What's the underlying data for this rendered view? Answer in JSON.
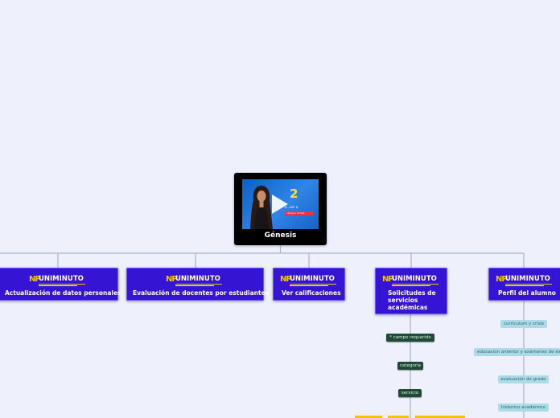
{
  "root": {
    "label": "Génesis",
    "video": {
      "number": "2",
      "subtitle": "a...ser a",
      "bar_text": "campus virtual"
    }
  },
  "logo": {
    "mark": "NP",
    "word": "UNIMINUTO"
  },
  "branches": [
    {
      "label": "Actualización de datos personales"
    },
    {
      "label": "Evaluación de docentes por estudiantes"
    },
    {
      "label": "Ver calificaciones"
    },
    {
      "label": "Solicitudes de servicios académicas"
    },
    {
      "label": "Perfil del alumno"
    }
  ],
  "solicitudes_children": [
    {
      "label": "* campo requerido"
    },
    {
      "label": "categoría"
    },
    {
      "label": "servicio"
    }
  ],
  "perfil_children": [
    {
      "label": "curriculum y crisis"
    },
    {
      "label": "educacion anterior y exámenes de es"
    },
    {
      "label": "evaluación de grado"
    },
    {
      "label": "historico académico"
    }
  ],
  "colors": {
    "background": "#eef1fb",
    "branch": "#3514d4",
    "dark_chip": "#1f4a35",
    "light_chip": "#a9dce8",
    "connector": "#a9b2c8",
    "accent_yellow": "#f7c200"
  }
}
